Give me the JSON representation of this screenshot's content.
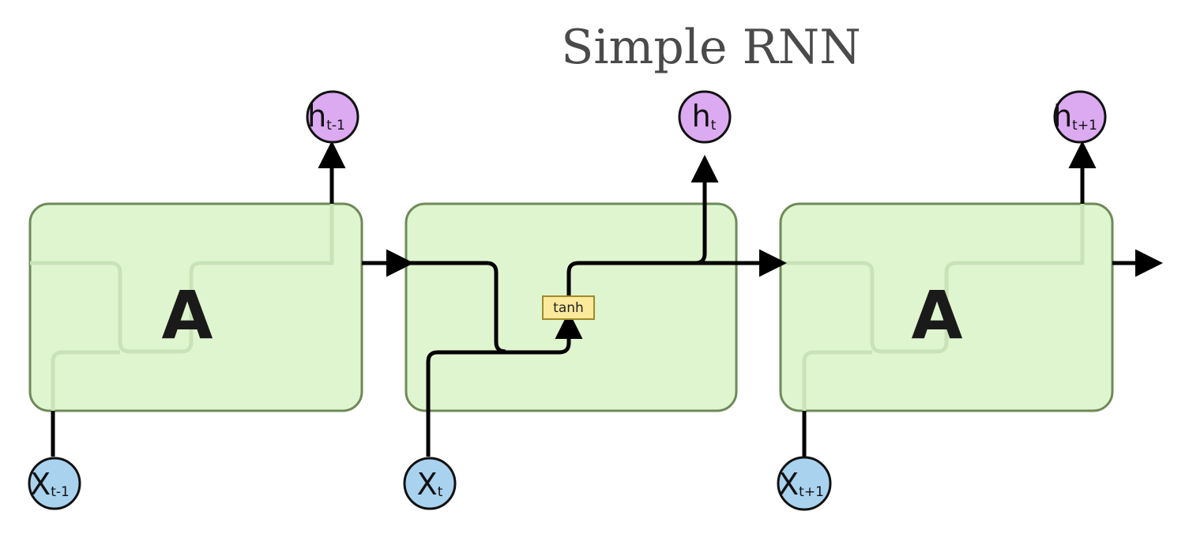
{
  "title": "Simple RNN",
  "cells": [
    {
      "letter": "A"
    },
    {
      "letter": ""
    },
    {
      "letter": "A"
    }
  ],
  "outputs": [
    {
      "main": "h",
      "sub": "t-1"
    },
    {
      "main": "h",
      "sub": "t"
    },
    {
      "main": "h",
      "sub": "t+1"
    }
  ],
  "inputs": [
    {
      "main": "X",
      "sub": "t-1"
    },
    {
      "main": "X",
      "sub": "t"
    },
    {
      "main": "X",
      "sub": "t+1"
    }
  ],
  "activation": "tanh",
  "colors": {
    "cell_fill": "#dff5cf",
    "cell_stroke": "#6e8a58",
    "output_fill": "#dcaaf0",
    "input_fill": "#a9d2ef",
    "tanh_fill": "#fbe99c",
    "tanh_stroke": "#a08a2a",
    "wire": "#000000",
    "ghost_wire": "#c9e2b8"
  }
}
